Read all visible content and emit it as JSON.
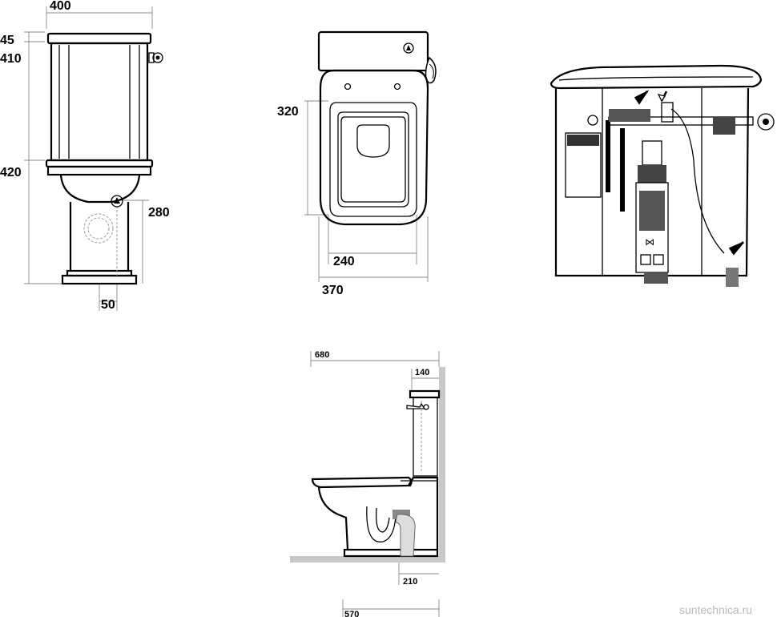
{
  "front_view": {
    "width": "400",
    "lid_height": "45",
    "tank_height": "410",
    "bowl_height": "420",
    "outlet_height": "280",
    "outlet_width": "50"
  },
  "top_view": {
    "seat_depth": "320",
    "inner_width": "240",
    "outer_width": "370"
  },
  "side_view": {
    "total_depth": "680",
    "tank_depth": "140",
    "outlet_offset": "210",
    "base_depth": "570"
  },
  "watermark": "suntechnica.ru",
  "colors": {
    "line": "#000000",
    "dimension": "#888888",
    "floor": "#c8c8c8",
    "watermark": "#b8b8b8"
  }
}
